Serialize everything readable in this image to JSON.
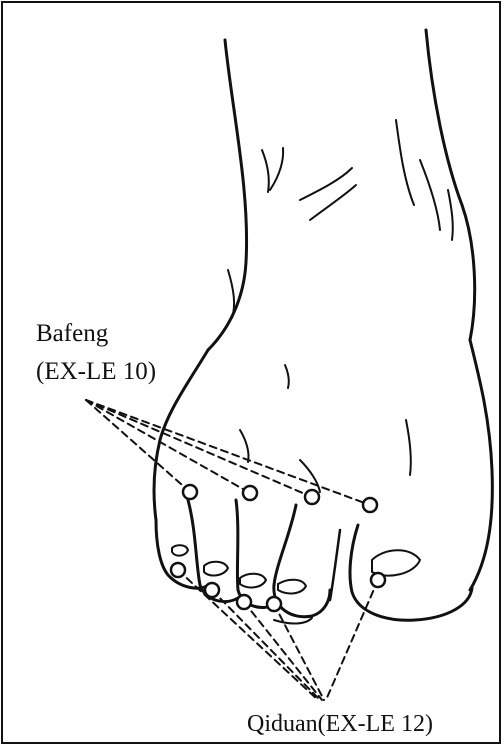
{
  "labels": {
    "bafeng_name": "Bafeng",
    "bafeng_code": "(EX-LE 10)",
    "qiduan": "Qiduan(EX-LE 12)"
  },
  "colors": {
    "ink": "#111111",
    "background": "#ffffff"
  }
}
